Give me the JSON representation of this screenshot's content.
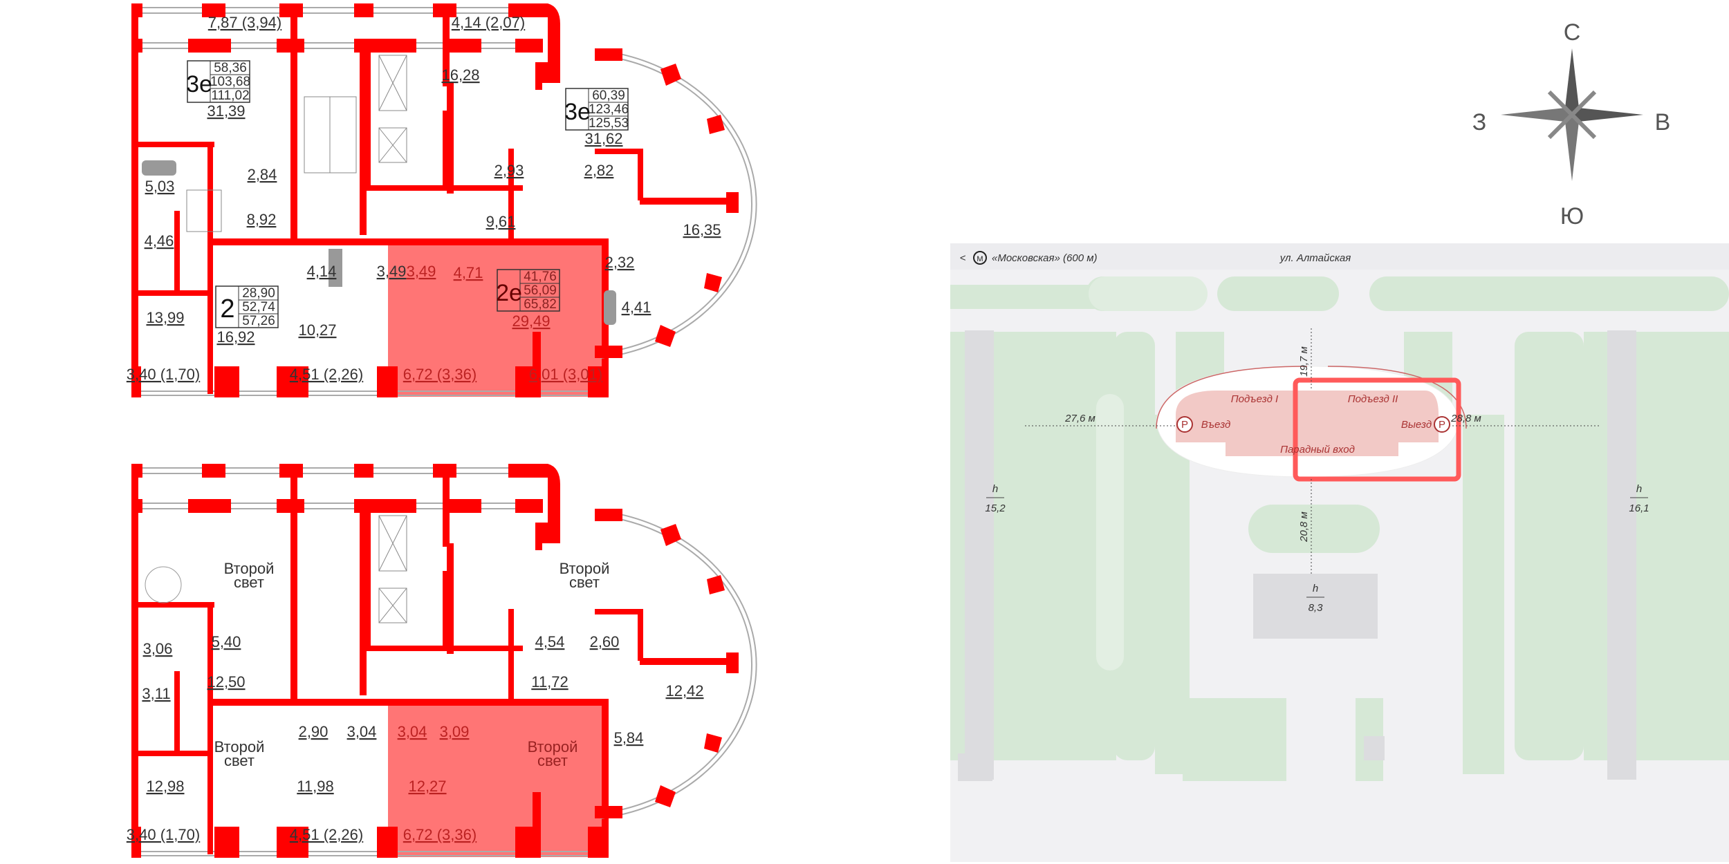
{
  "upper_floor": {
    "areas": [
      "7,87 (3,94)",
      "4,14 (2,07)",
      "31,39",
      "16,28",
      "31,62",
      "2,84",
      "5,03",
      "2,93",
      "2,82",
      "8,92",
      "9,61",
      "16,35",
      "4,46",
      "4,14",
      "3,49",
      "3,49",
      "4,71",
      "2,32",
      "29,49",
      "4,41",
      "13,99",
      "16,92",
      "10,27",
      "3,40 (1,70)",
      "4,51 (2,26)",
      "6,72 (3,36)",
      "6,01 (3,01)"
    ],
    "apartments": [
      {
        "type": "3е",
        "values": [
          "58,36",
          "103,68",
          "111,02"
        ]
      },
      {
        "type": "3е",
        "values": [
          "60,39",
          "123,46",
          "125,53"
        ]
      },
      {
        "type": "2е",
        "values": [
          "41,76",
          "56,09",
          "65,82"
        ],
        "highlighted": true
      },
      {
        "type": "2",
        "values": [
          "28,90",
          "52,74",
          "57,26"
        ]
      }
    ]
  },
  "lower_floor": {
    "areas": [
      "3,06",
      "5,40",
      "4,54",
      "2,60",
      "3,11",
      "12,50",
      "11,72",
      "12,42",
      "2,90",
      "3,04",
      "3,04",
      "3,09",
      "5,84",
      "12,98",
      "11,98",
      "12,27",
      "3,40 (1,70)",
      "4,51 (2,26)",
      "6,72 (3,36)"
    ],
    "double_height": [
      "Второй",
      "свет"
    ]
  },
  "compass": {
    "north": "С",
    "west": "З",
    "east": "В",
    "south": "Ю"
  },
  "site_map": {
    "metro": "«Московская» (600 м)",
    "metro_icon": "metro-icon",
    "street": "ул. Алтайская",
    "entrance_1": "Подъезд I",
    "entrance_2": "Подъезд II",
    "entry": "Въезд",
    "exit": "Выезд",
    "parking_symbol": "P",
    "main_entrance": "Парадный вход",
    "dist_west": "27,6 м",
    "dist_east": "28,8 м",
    "dist_north": "19,7 м",
    "dist_south": "20,8 м",
    "height_symbol": "h",
    "height_west": "15,2",
    "height_east": "16,1",
    "height_south": "8,3"
  },
  "colors": {
    "wall": "#ff0000",
    "apartment_highlight": "#ff6666",
    "greenery": "#d4e6d4",
    "building": "#dcdcdf",
    "selection": "#ff5a5a"
  }
}
